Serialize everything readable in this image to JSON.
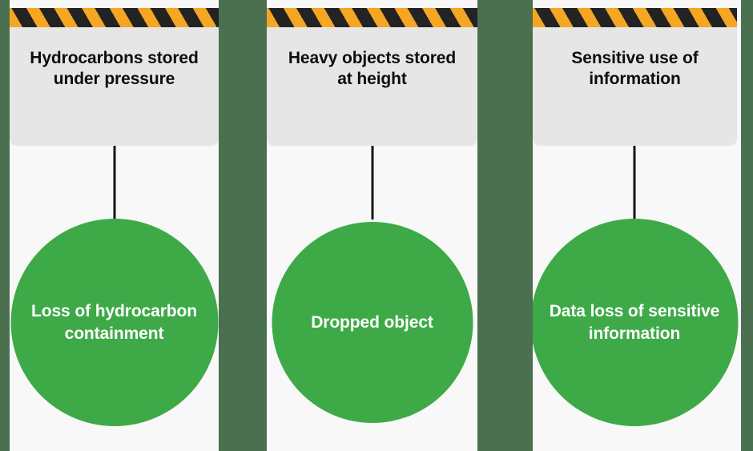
{
  "diagram": {
    "background_color": "#4a7050",
    "card_body_color": "#f8f8f8",
    "header_panel_color": "#e6e6e6",
    "hazard_stripe_colors": [
      "#f5a623",
      "#232323"
    ],
    "circle_color": "#3eaa47",
    "connector_color": "#151515",
    "title_text_color": "#0d0d0d",
    "circle_text_color": "#ffffff"
  },
  "cards": [
    {
      "hazard_title": "Hydrocarbons stored under pressure",
      "consequence_label": "Loss of hydrocarbon containment"
    },
    {
      "hazard_title": "Heavy objects stored at height",
      "consequence_label": "Dropped object"
    },
    {
      "hazard_title": "Sensitive use of information",
      "consequence_label": "Data loss of sensitive information"
    }
  ]
}
